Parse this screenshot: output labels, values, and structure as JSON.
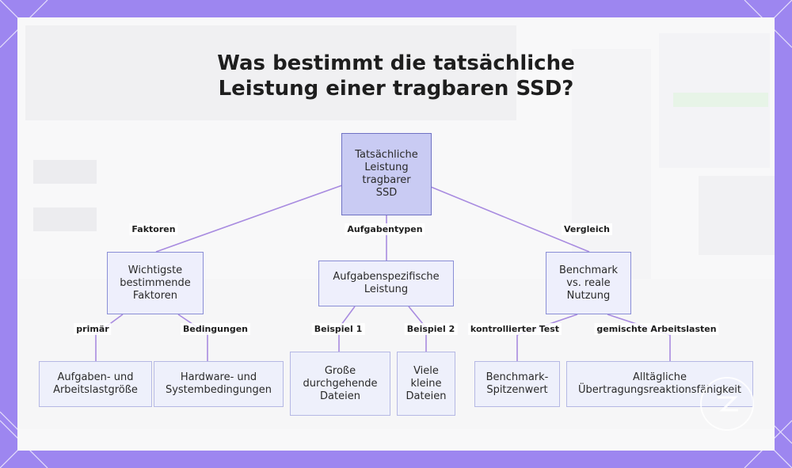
{
  "title": {
    "line1": "Was bestimmt die tatsächliche",
    "line2": "Leistung einer tragbaren SSD?"
  },
  "nodes": {
    "root": "Tatsächliche\nLeistung\ntragbarer\nSSD",
    "factors": "Wichtigste\nbestimmende\nFaktoren",
    "task_specific": "Aufgabenspezifische\nLeistung",
    "benchmark": "Benchmark\nvs. reale\nNutzung",
    "task_size": "Aufgaben- und\nArbeitslastgröße",
    "hw_conditions": "Hardware- und\nSystembedingungen",
    "large_files": "Große\ndurchgehende\nDateien",
    "small_files": "Viele\nkleine\nDateien",
    "bench_peak": "Benchmark-\nSpitzenwert",
    "everyday": "Alltägliche\nÜbertragungsreaktionsfähigkeit"
  },
  "edge_labels": {
    "factors": "Faktoren",
    "tasktypes": "Aufgabentypen",
    "compare": "Vergleich",
    "primary": "primär",
    "conditions": "Bedingungen",
    "example1": "Beispiel 1",
    "example2": "Beispiel 2",
    "controlled": "kontrollierter Test",
    "mixed": "gemischte Arbeitslasten"
  },
  "colors": {
    "frame": "#9d86f0",
    "edge": "#a88be0",
    "root_fill": "#c9cbf3",
    "node_fill": "#eeeffc"
  }
}
